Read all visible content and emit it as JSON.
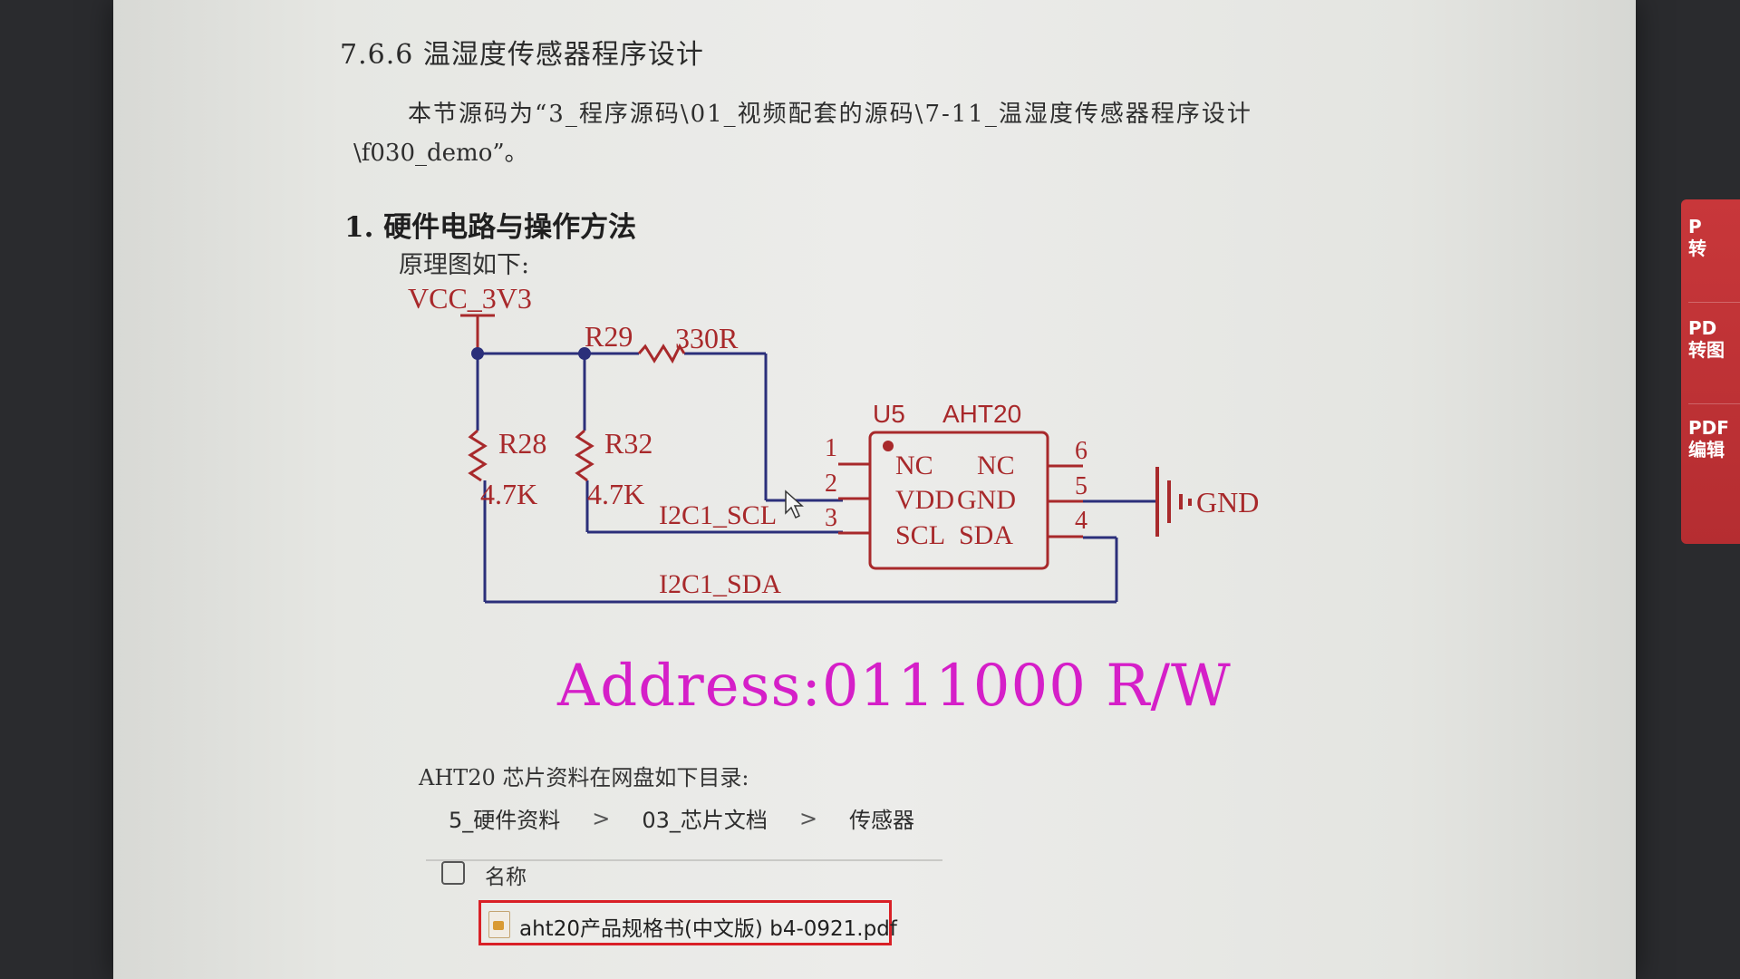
{
  "document": {
    "section_title": "7.6.6 温湿度传感器程序设计",
    "source_line1": "本节源码为“3_程序源码\\01_视频配套的源码\\7-11_温湿度传感器程序设计",
    "source_line2": "\\f030_demo”。",
    "subsection_heading": "1. 硬件电路与操作方法",
    "schematic_caption": "原理图如下:",
    "address_text": "Address:0111000 R/W",
    "chip_note": "AHT20 芯片资料在网盘如下目录:"
  },
  "schematic": {
    "vcc": "VCC_3V3",
    "r29": "R29",
    "r29_value": "330R",
    "r28": "R28",
    "r28_value": "4.7K",
    "r32": "R32",
    "r32_value": "4.7K",
    "u5": "U5",
    "chip": "AHT20",
    "pin1": "1",
    "pin2": "2",
    "pin3": "3",
    "pin4": "4",
    "pin5": "5",
    "pin6": "6",
    "nc_left": "NC",
    "nc_right": "NC",
    "vdd": "VDD",
    "gnd_pin": "GND",
    "scl_pin": "SCL",
    "sda_pin": "SDA",
    "gnd_symbol": "GND",
    "net_scl": "I2C1_SCL",
    "net_sda": "I2C1_SDA"
  },
  "file_browser": {
    "breadcrumb": [
      "5_硬件资料",
      "03_芯片文档",
      "传感器"
    ],
    "separator": ">",
    "column_name": "名称",
    "file_name": "aht20产品规格书(中文版) b4-0921.pdf"
  },
  "side_panel": {
    "items": [
      {
        "line1": "P",
        "line2": "转"
      },
      {
        "line1": "PD",
        "line2": "转图"
      },
      {
        "line1": "PDF",
        "line2": "编辑"
      }
    ]
  },
  "colors": {
    "wire": "#2b2f7a",
    "component": "#a8292b",
    "address": "#d51fc8",
    "highlight_border": "#d92027",
    "side_panel": "#c8373a"
  },
  "icons": [
    "pdf-file-icon",
    "mouse-cursor-icon",
    "checkbox-icon"
  ]
}
